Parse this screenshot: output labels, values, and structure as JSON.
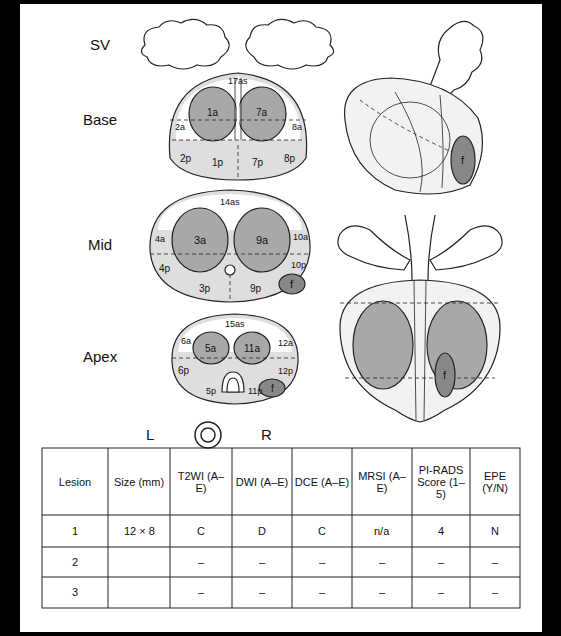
{
  "diagram": {
    "labels": [
      "SV",
      "Base",
      "17as",
      "1a",
      "7a",
      "2a",
      "8a",
      "2p",
      "1p",
      "7p",
      "8p",
      "f",
      "Mid",
      "14as",
      "3a",
      "9a",
      "4a",
      "10a",
      "4p",
      "10p",
      "3p",
      "9p",
      "f",
      "Apex",
      "15as",
      "5a",
      "11a",
      "6a",
      "12a",
      "6p",
      "12p",
      "5p",
      "11p",
      "f",
      "L",
      "R",
      "f",
      "Lesion",
      "Size (mm)",
      "T2WI (A–E)",
      "DWI (A–E)",
      "DCE (A–E)",
      "MRSI (A–E)",
      "PI-RADS Score (1–5)",
      "EPE (Y/N)",
      "1",
      "12 × 8",
      "C",
      "D",
      "C",
      "n/a",
      "4",
      "N",
      "2",
      "–",
      "–",
      "–",
      "–",
      "–",
      "–",
      "3",
      "–",
      "–",
      "–",
      "–",
      "–",
      "–"
    ]
  }
}
